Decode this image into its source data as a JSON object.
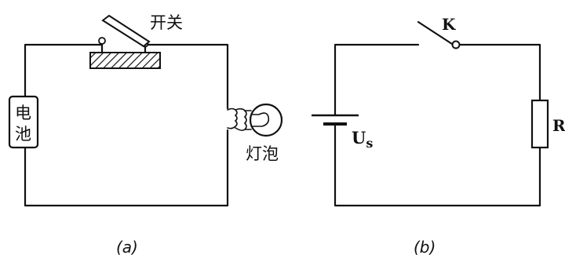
{
  "diagram_a": {
    "switch_label": "开关",
    "battery_label_line1": "电",
    "battery_label_line2": "池",
    "bulb_label": "灯泡",
    "caption": "(a)"
  },
  "diagram_b": {
    "switch_label": "K",
    "source_label_main": "U",
    "source_label_sub": "s",
    "resistor_label": "R",
    "caption": "(b)"
  }
}
